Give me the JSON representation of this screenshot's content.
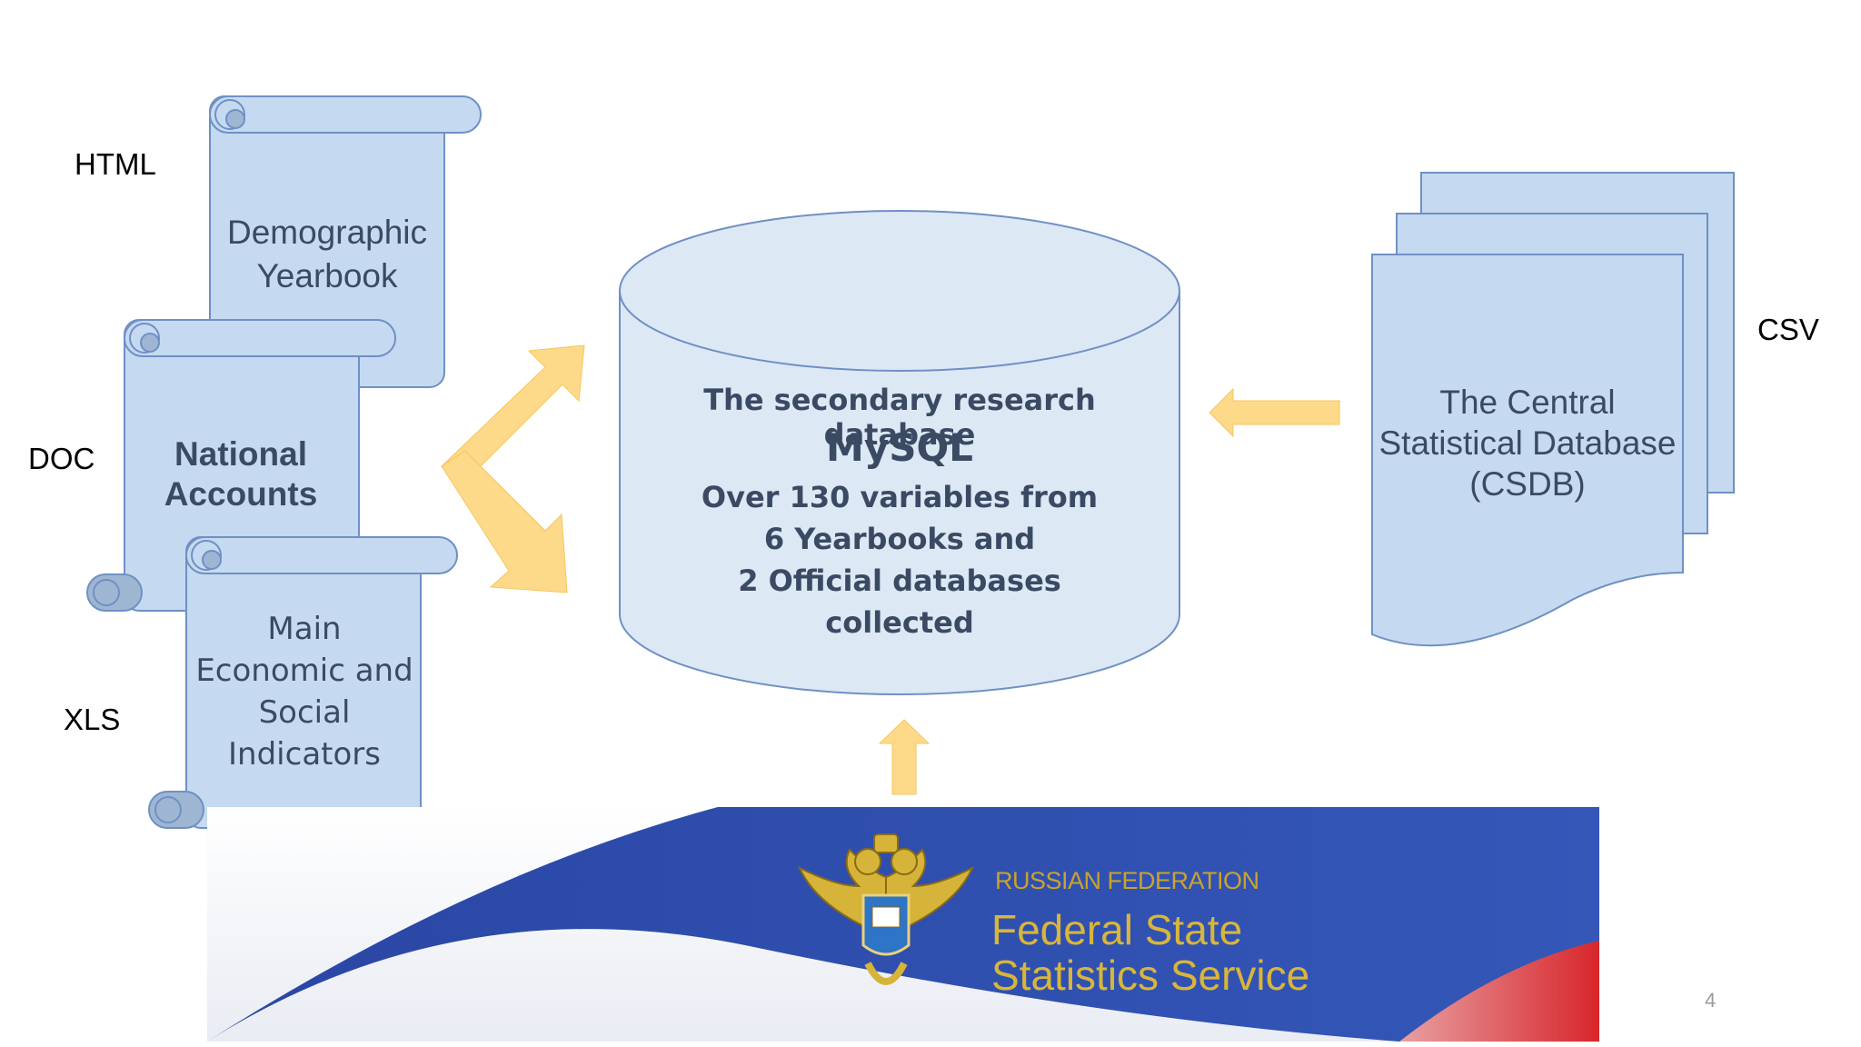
{
  "formats": {
    "html": "HTML",
    "doc": "DOC",
    "xls": "XLS",
    "csv": "CSV"
  },
  "sources": {
    "demographic_yearbook": "Demographic Yearbook",
    "national_accounts": "National Accounts",
    "main_indicators": "Main Economic and Social Indicators",
    "csdb": "The Central Statistical Database (CSDB)"
  },
  "database": {
    "line1": "The secondary research database",
    "line2": "MySQL",
    "line3": "Over 130 variables from",
    "line4": "6 Yearbooks and",
    "line5": "2 Official databases",
    "line6": "collected"
  },
  "banner": {
    "country": "RUSSIAN FEDERATION",
    "agency_line1": "Federal State",
    "agency_line2": "Statistics Service"
  },
  "slide_number": "4",
  "colors": {
    "shape_fill": "#c5daf0",
    "shape_stroke": "#6f90c4",
    "cylinder_fill": "#dde8f5",
    "arrow_fill": "#fdd98a",
    "banner_blue": "#2f4aa8",
    "banner_red": "#d8262a",
    "banner_gold": "#c9a42a"
  }
}
